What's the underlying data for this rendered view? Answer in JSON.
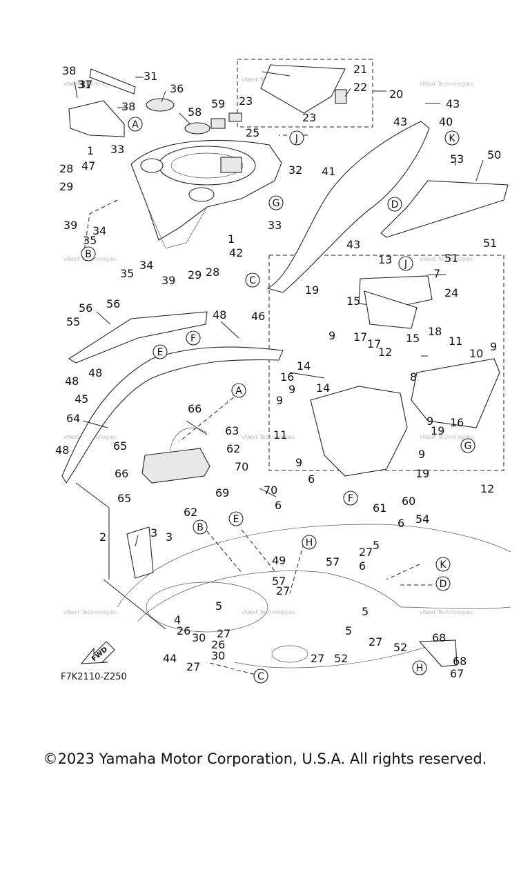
{
  "diagram": {
    "reference_code": "F7K2110-Z250",
    "fwd_label": "FWD",
    "watermark": "vNext Technologies",
    "callouts": [
      "38",
      "37",
      "31",
      "36",
      "38",
      "31",
      "58",
      "59",
      "25",
      "1",
      "33",
      "47",
      "28",
      "29",
      "39",
      "34",
      "35",
      "35",
      "34",
      "39",
      "29",
      "28",
      "42",
      "33",
      "1",
      "32",
      "21",
      "22",
      "20",
      "23",
      "23",
      "43",
      "43",
      "40",
      "50",
      "53",
      "41",
      "43",
      "51",
      "51",
      "13",
      "7",
      "19",
      "15",
      "24",
      "18",
      "15",
      "17",
      "17",
      "14",
      "12",
      "11",
      "10",
      "9",
      "14",
      "9",
      "16",
      "8",
      "9",
      "9",
      "9",
      "19",
      "12",
      "11",
      "16",
      "9",
      "9",
      "19",
      "60",
      "56",
      "56",
      "55",
      "48",
      "48",
      "46",
      "48",
      "45",
      "64",
      "66",
      "63",
      "65",
      "62",
      "70",
      "69",
      "70",
      "66",
      "65",
      "62",
      "48",
      "2",
      "3",
      "3",
      "6",
      "6",
      "61",
      "6",
      "54",
      "5",
      "27",
      "57",
      "6",
      "57",
      "27",
      "5",
      "4",
      "26",
      "30",
      "27",
      "26",
      "30",
      "27",
      "44",
      "49",
      "5",
      "5",
      "27",
      "27",
      "52",
      "52",
      "68",
      "68",
      "67"
    ],
    "letters": [
      "A",
      "B",
      "C",
      "D",
      "E",
      "F",
      "G",
      "H",
      "J",
      "K"
    ]
  },
  "copyright": "©2023 Yamaha Motor Corporation, U.S.A. All rights reserved."
}
